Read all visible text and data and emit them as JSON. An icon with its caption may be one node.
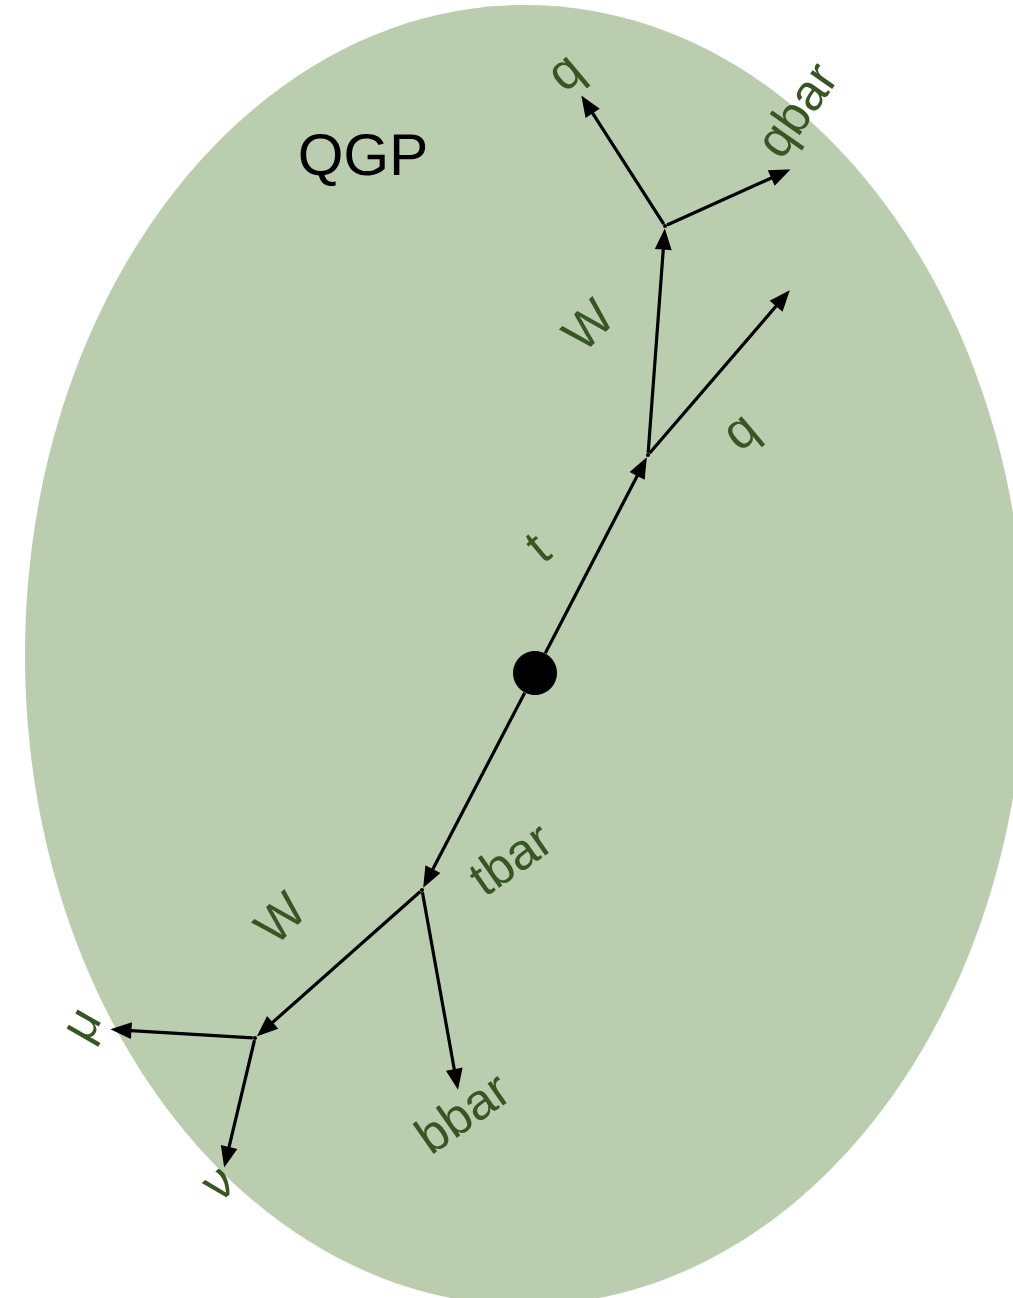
{
  "diagram": {
    "nodes": [
      {
        "text": [
          "QGP"
        ]
      },
      {
        "text": [],
        "shape": "circle",
        "in": 0
      },
      {
        "text": [],
        "shape": "point",
        "in": 0
      },
      {
        "text": [],
        "shape": "point",
        "in": 0
      },
      {
        "text": [
          "q"
        ],
        "in": 0
      },
      {
        "text": [
          "qbar"
        ],
        "in": 0
      },
      {
        "text": [],
        "shape": "point",
        "in": 0
      },
      {
        "text": [],
        "shape": "point",
        "in": 0
      },
      {
        "text": [
          "μ"
        ],
        "in": 0
      },
      {
        "text": [
          "ν"
        ],
        "in": 0
      },
      {
        "text": [
          "bbar"
        ],
        "in": 0
      }
    ],
    "edges": [
      {
        "from": 1,
        "to": 2,
        "arrow": "to",
        "label": "t"
      },
      {
        "from": 2,
        "to": 3,
        "arrow": "to",
        "label": "W"
      },
      {
        "from": 2,
        "to": null,
        "arrow": "to",
        "label": "b"
      },
      {
        "from": 3,
        "to": 4,
        "arrow": "to"
      },
      {
        "from": 3,
        "to": 5,
        "arrow": "to"
      },
      {
        "from": 1,
        "to": 6,
        "arrow": "to",
        "label": "tbar"
      },
      {
        "from": 6,
        "to": 7,
        "arrow": "to",
        "label": "W"
      },
      {
        "from": 6,
        "to": 10,
        "arrow": "to"
      },
      {
        "from": 7,
        "to": 8,
        "arrow": "to"
      },
      {
        "from": 7,
        "to": 9,
        "arrow": "to"
      }
    ]
  }
}
